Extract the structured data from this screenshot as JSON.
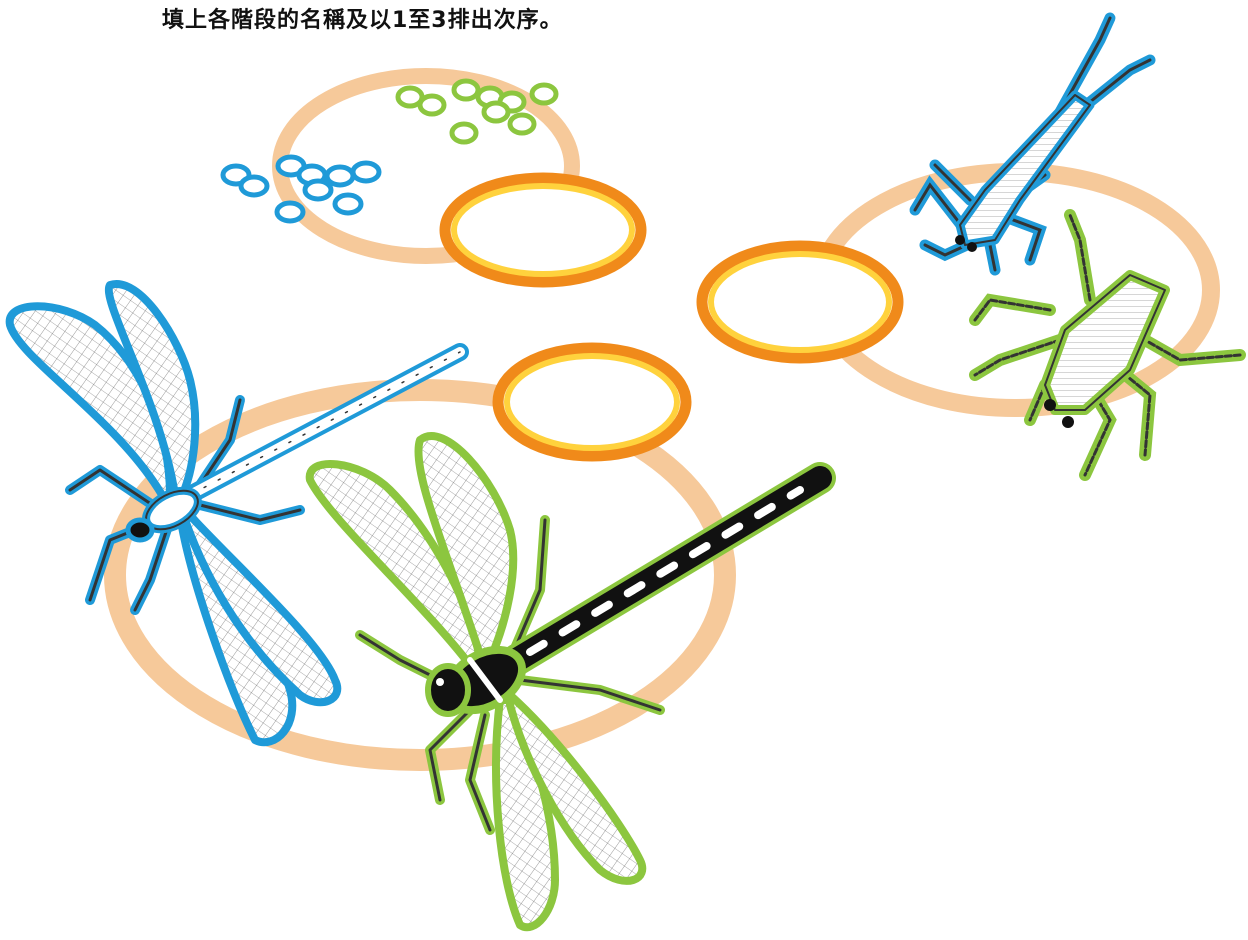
{
  "worksheet": {
    "instruction": "填上各階段的名稱及以1至3排出次序。"
  },
  "stages": [
    {
      "subject": "eggs",
      "answer_blank": ""
    },
    {
      "subject": "nymphs",
      "answer_blank": ""
    },
    {
      "subject": "adult dragonflies",
      "answer_blank": ""
    }
  ],
  "colors": {
    "ring": "#f6c99a",
    "answer_ring_outer": "#f08a1a",
    "answer_ring_inner": "#ffd23d",
    "blue_outline": "#1f9ad8",
    "green_outline": "#8cc63f",
    "black": "#111111"
  }
}
